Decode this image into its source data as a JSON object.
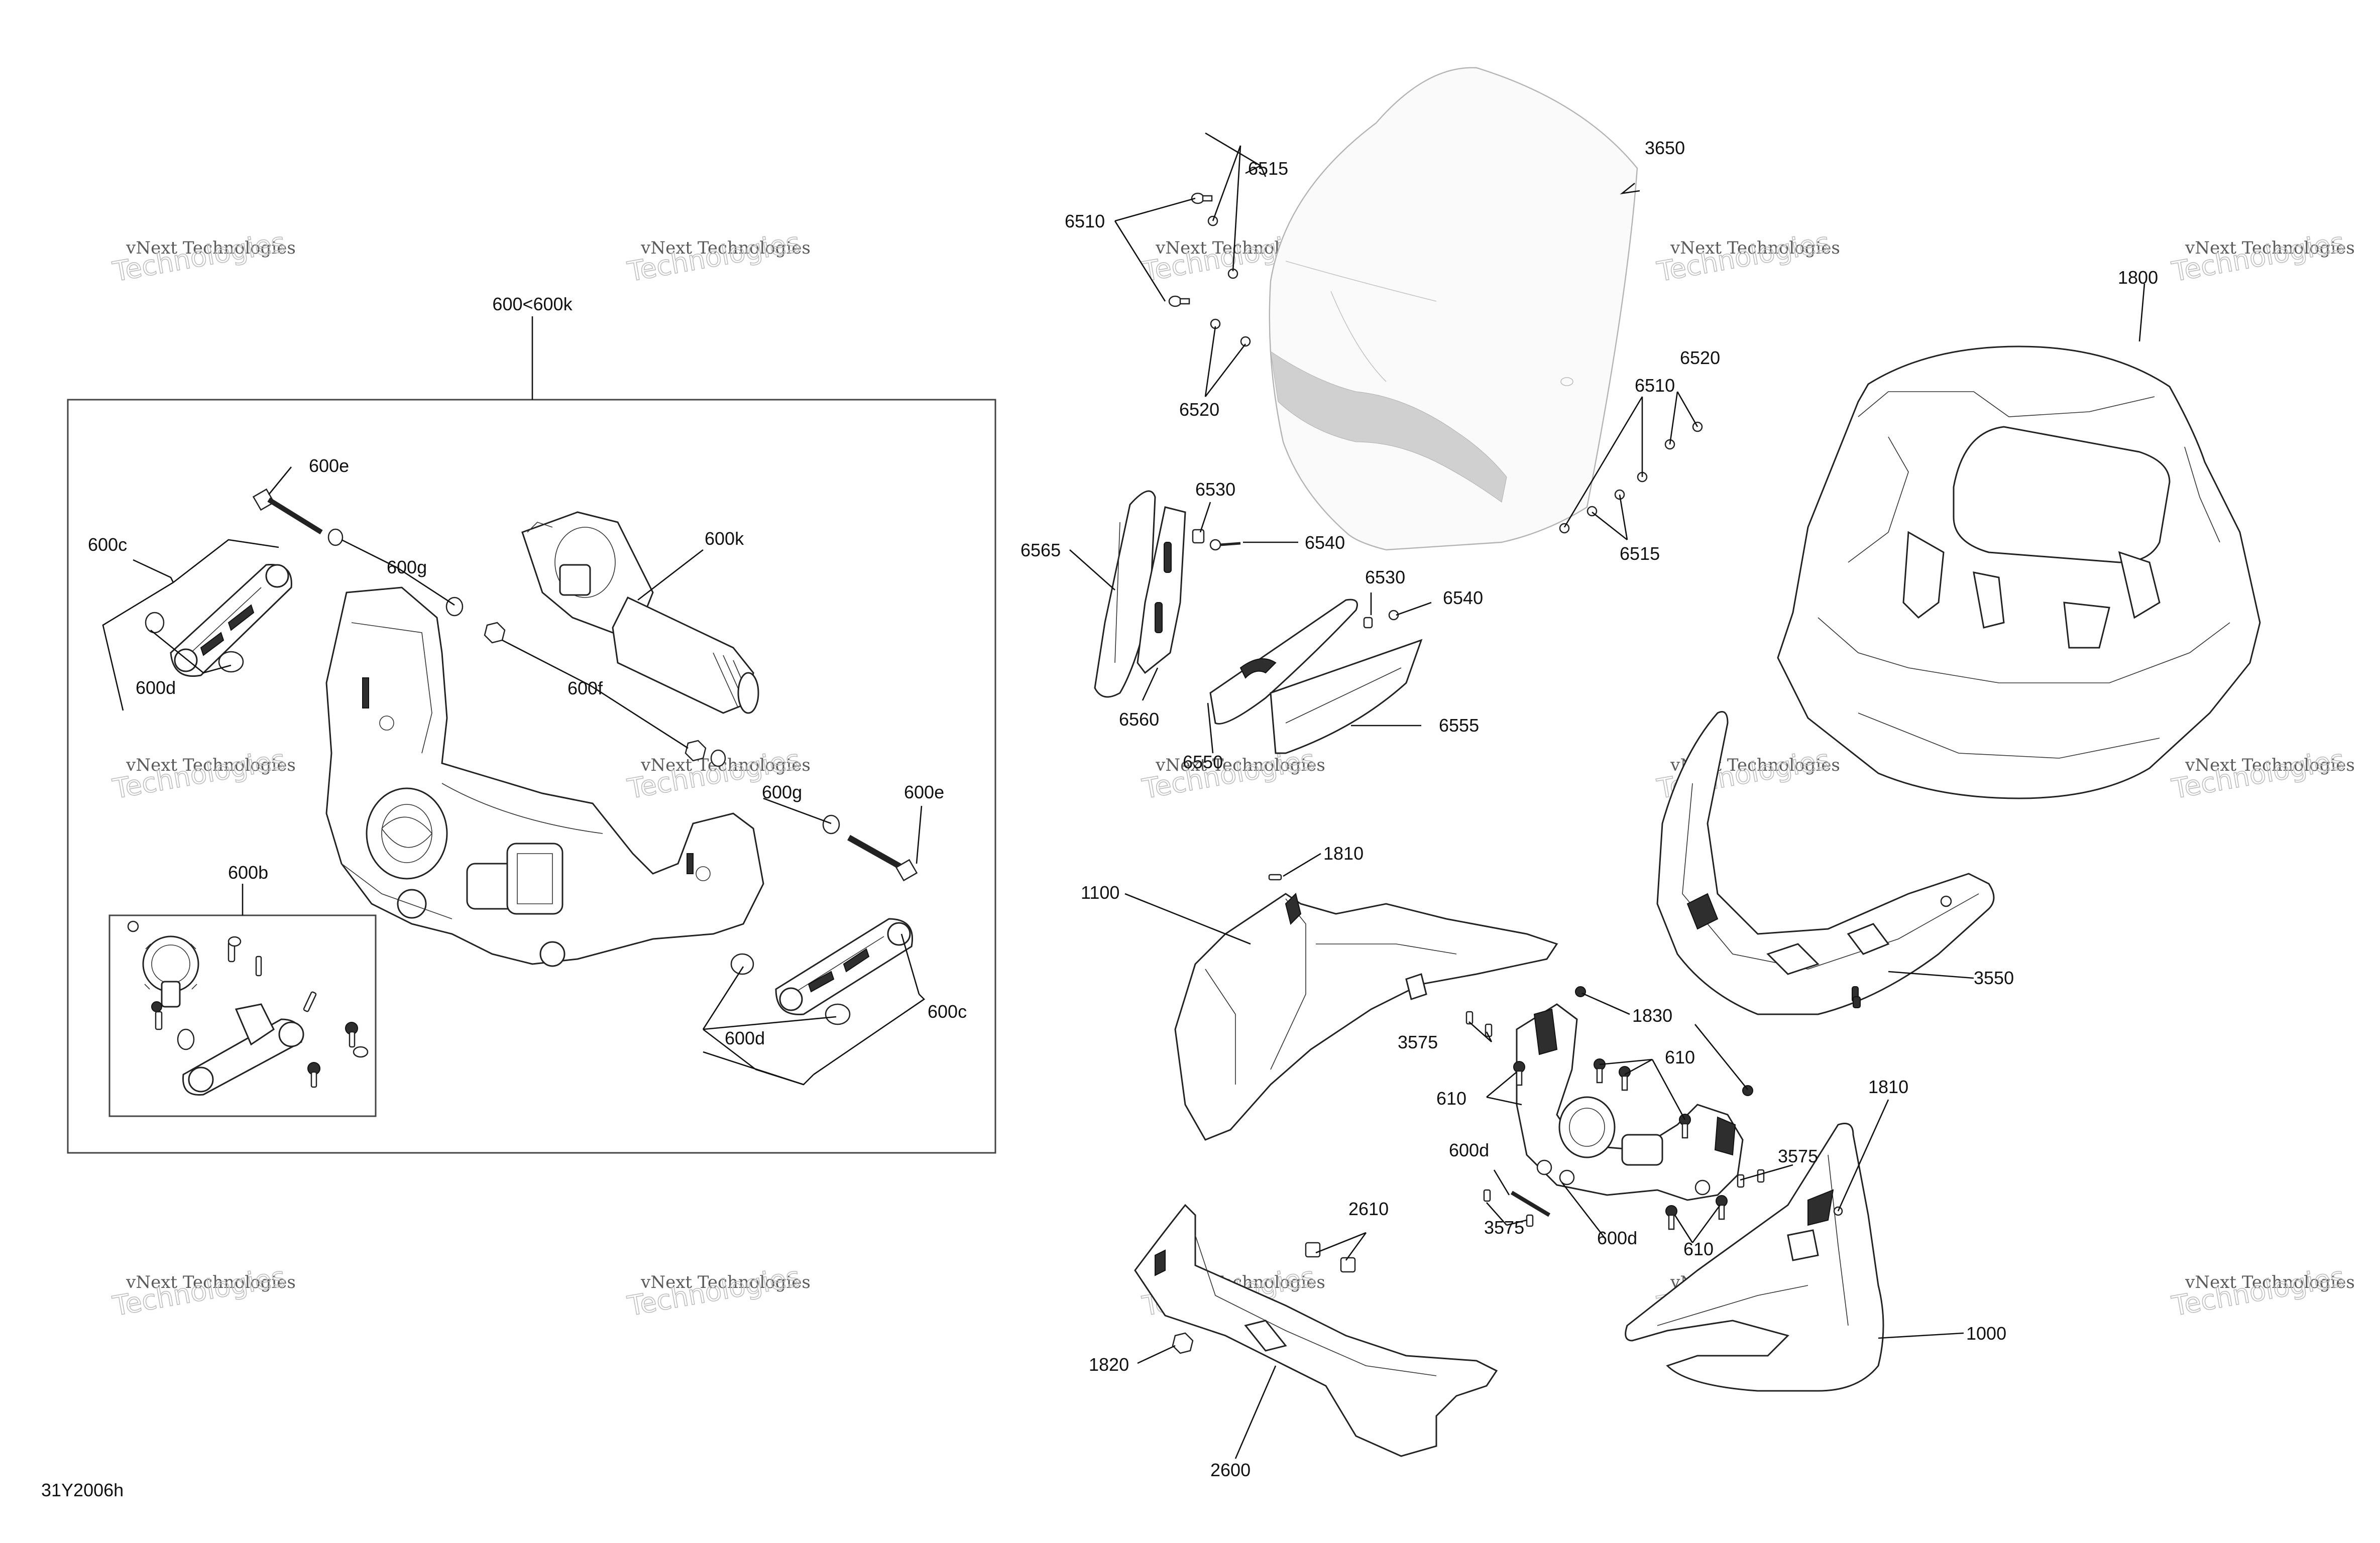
{
  "drawing_code": "31Y2006h",
  "watermark": {
    "line1": "vNext Technologies",
    "line2": "Technologies"
  },
  "callouts": {
    "c600_600k": "600<600k",
    "c600e_a": "600e",
    "c600c_a": "600c",
    "c600g_a": "600g",
    "c600k": "600k",
    "c600d_a": "600d",
    "c600f": "600f",
    "c600g_b": "600g",
    "c600e_b": "600e",
    "c600b": "600b",
    "c600c_b": "600c",
    "c600d_b": "600d",
    "c3650": "3650",
    "c6515_a": "6515",
    "c6510_a": "6510",
    "c6520_a": "6520",
    "c6520_b": "6520",
    "c6510_b": "6510",
    "c6515_b": "6515",
    "c1800": "1800",
    "c6565": "6565",
    "c6530_a": "6530",
    "c6540_a": "6540",
    "c6530_b": "6530",
    "c6540_b": "6540",
    "c6560": "6560",
    "c6550": "6550",
    "c6555": "6555",
    "c1810_a": "1810",
    "c1100": "1100",
    "c1830": "1830",
    "c3550": "3550",
    "c3575_a": "3575",
    "c610_a": "610",
    "c610_b": "610",
    "c1810_b": "1810",
    "c600d_c": "600d",
    "c3575_b": "3575",
    "c3575_c": "3575",
    "c600d_d": "600d",
    "c610_c": "610",
    "c2610": "2610",
    "c1000": "1000",
    "c1820": "1820",
    "c2600": "2600"
  }
}
